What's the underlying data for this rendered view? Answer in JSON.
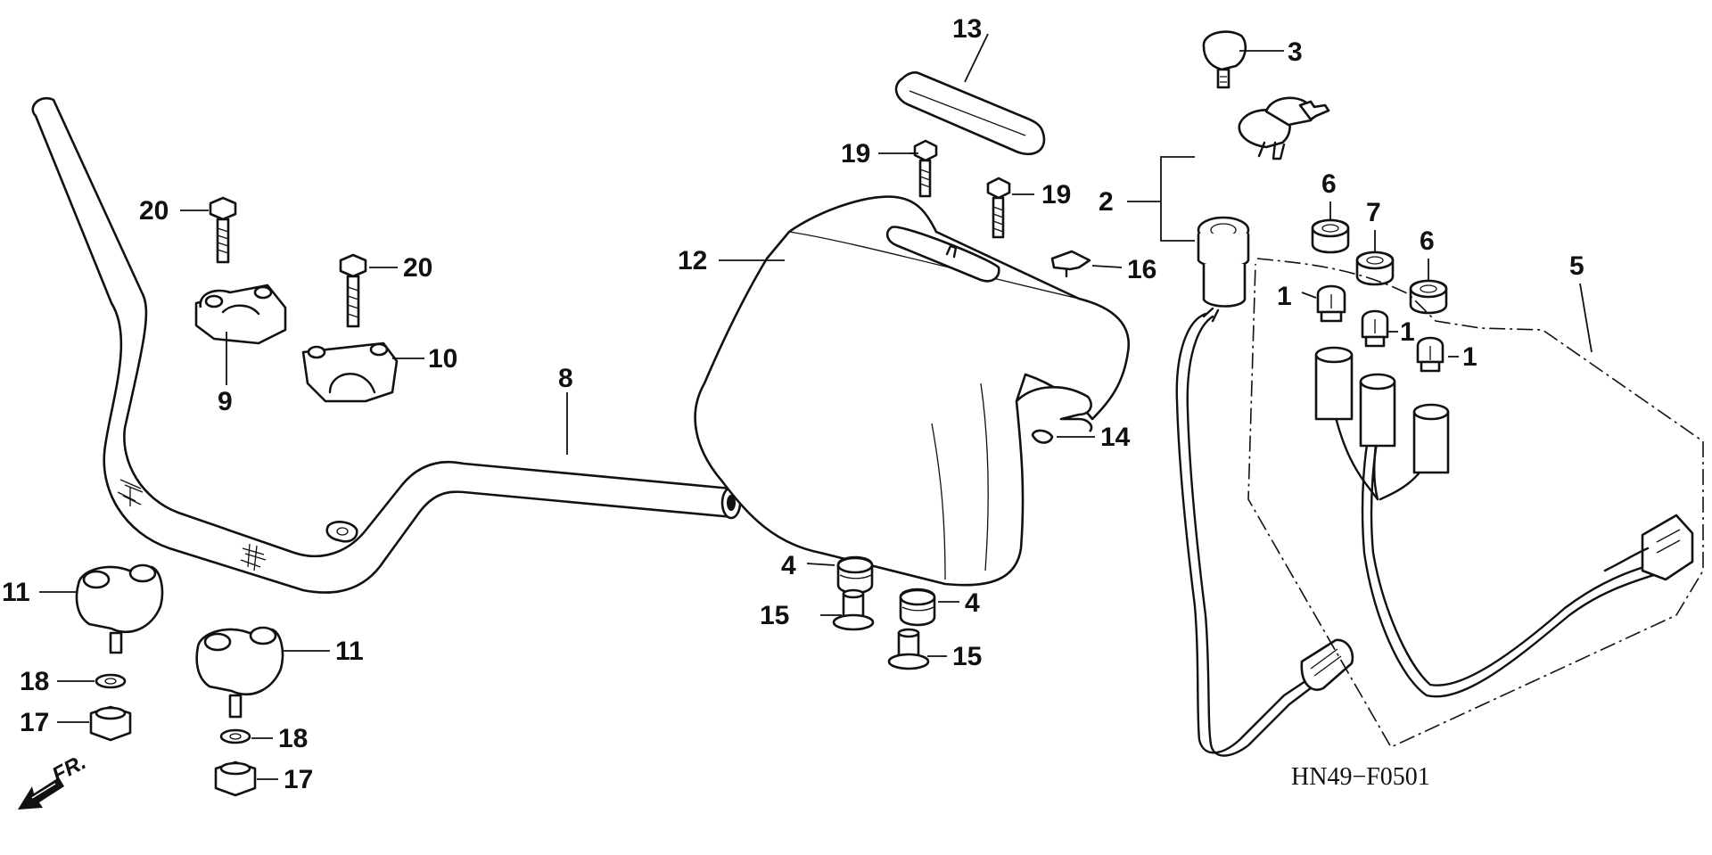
{
  "diagram": {
    "drawing_code": "HN49−F0501",
    "front_indicator": "FR.",
    "callouts": [
      {
        "id": "c1a",
        "label": "1"
      },
      {
        "id": "c1b",
        "label": "1"
      },
      {
        "id": "c1c",
        "label": "1"
      },
      {
        "id": "c2",
        "label": "2"
      },
      {
        "id": "c3",
        "label": "3"
      },
      {
        "id": "c4a",
        "label": "4"
      },
      {
        "id": "c4b",
        "label": "4"
      },
      {
        "id": "c5",
        "label": "5"
      },
      {
        "id": "c6a",
        "label": "6"
      },
      {
        "id": "c6b",
        "label": "6"
      },
      {
        "id": "c7",
        "label": "7"
      },
      {
        "id": "c8",
        "label": "8"
      },
      {
        "id": "c9",
        "label": "9"
      },
      {
        "id": "c10",
        "label": "10"
      },
      {
        "id": "c11a",
        "label": "11"
      },
      {
        "id": "c11b",
        "label": "11"
      },
      {
        "id": "c12",
        "label": "12"
      },
      {
        "id": "c13",
        "label": "13"
      },
      {
        "id": "c14",
        "label": "14"
      },
      {
        "id": "c15a",
        "label": "15"
      },
      {
        "id": "c15b",
        "label": "15"
      },
      {
        "id": "c16",
        "label": "16"
      },
      {
        "id": "c17a",
        "label": "17"
      },
      {
        "id": "c17b",
        "label": "17"
      },
      {
        "id": "c18a",
        "label": "18"
      },
      {
        "id": "c18b",
        "label": "18"
      },
      {
        "id": "c19a",
        "label": "19"
      },
      {
        "id": "c19b",
        "label": "19"
      },
      {
        "id": "c20a",
        "label": "20"
      },
      {
        "id": "c20b",
        "label": "20"
      }
    ]
  }
}
